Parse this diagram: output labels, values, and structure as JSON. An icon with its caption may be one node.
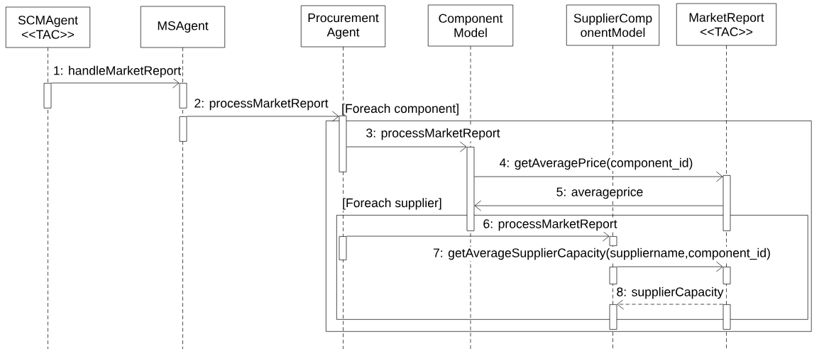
{
  "diagram": {
    "nodes": [
      {
        "text": [
          "SCMAgent",
          "<<TAC>>"
        ]
      },
      {
        "text": [
          "MSAgent"
        ]
      },
      {
        "text": [
          "Procurement Agent"
        ]
      },
      {
        "text": [
          "Component Model"
        ]
      },
      {
        "text": [
          "SupplierComp onentModel"
        ]
      },
      {
        "text": [
          "MarketReport",
          "<<TAC>>"
        ]
      },
      {
        "text": [
          "[Foreach component]"
        ]
      },
      {
        "text": [
          "[Foreach supplier]"
        ],
        "in": 6
      },
      {
        "text": [],
        "shape": "bar"
      },
      {
        "text": [],
        "shape": "bar"
      },
      {
        "text": [],
        "shape": "bar"
      },
      {
        "text": [],
        "shape": "bar"
      },
      {
        "text": [],
        "shape": "bar",
        "in": 6
      },
      {
        "text": [],
        "shape": "bar",
        "in": 6
      },
      {
        "text": [],
        "shape": "bar",
        "in": 7
      },
      {
        "text": [],
        "shape": "bar",
        "in": 7
      },
      {
        "text": [],
        "shape": "bar",
        "in": 7
      },
      {
        "text": [],
        "shape": "bar",
        "in": 7
      },
      {
        "text": [],
        "shape": "bar",
        "in": 6
      },
      {
        "text": [],
        "shape": "bar",
        "in": 6
      }
    ],
    "edges": [
      {
        "from": 8,
        "to": 9,
        "arrow": "to",
        "label": "1: handleMarketReport"
      },
      {
        "from": 10,
        "to": 11,
        "arrow": "to",
        "label": "2: processMarketReport"
      },
      {
        "from": 11,
        "to": 12,
        "arrow": "to",
        "label": "3: processMarketReport"
      },
      {
        "from": 12,
        "to": 13,
        "arrow": "to",
        "label": "4: getAveragePrice(component_id)"
      },
      {
        "from": 13,
        "to": 12,
        "arrow": "to",
        "label": "5: averageprice"
      },
      {
        "from": 14,
        "to": 15,
        "arrow": "to",
        "label": "6: processMarketReport"
      },
      {
        "from": 16,
        "to": 17,
        "arrow": "to",
        "label": "7: getAverageSupplierCapacity(suppliername,component_id)"
      },
      {
        "from": 19,
        "to": 18,
        "arrow": "to",
        "label": "8: supplierCapacity",
        "style": "dashed"
      }
    ]
  }
}
